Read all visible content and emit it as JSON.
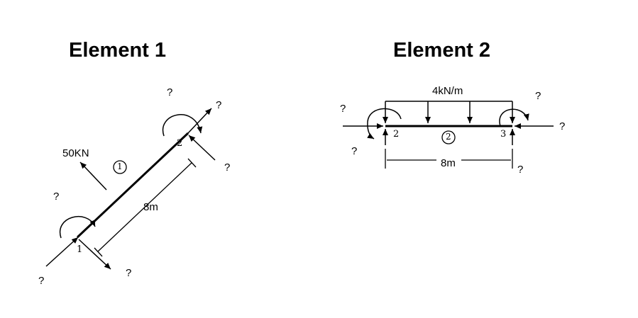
{
  "element1": {
    "title": "Element 1",
    "load_label": "50KN",
    "length_label": "8m",
    "element_number": "1",
    "node_start": "1",
    "node_end": "2",
    "unknowns": [
      "?",
      "?",
      "?",
      "?",
      "?",
      "?"
    ]
  },
  "element2": {
    "title": "Element 2",
    "load_label": "4kN/m",
    "length_label": "8m",
    "element_number": "2",
    "node_start": "2",
    "node_end": "3",
    "unknowns": [
      "?",
      "?",
      "?",
      "?",
      "?",
      "?"
    ]
  }
}
